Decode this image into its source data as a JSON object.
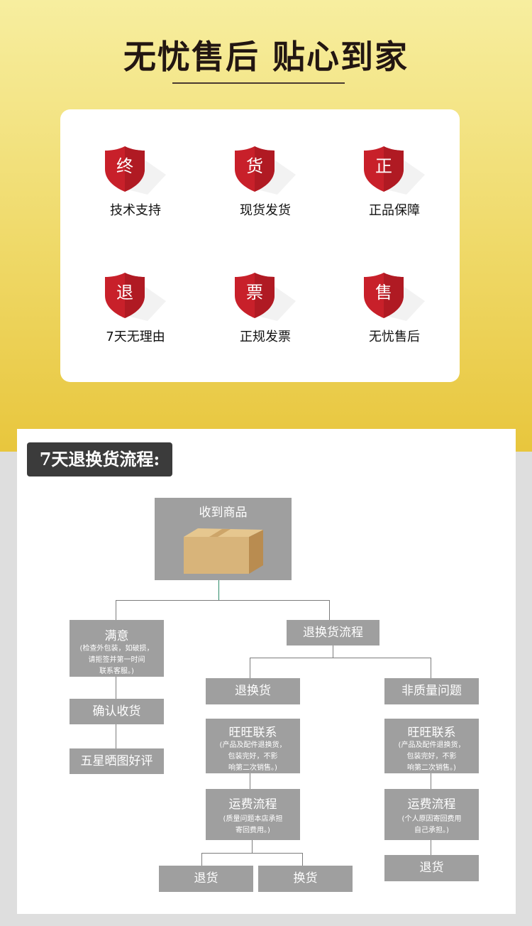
{
  "header": {
    "title": "无忧售后  贴心到家"
  },
  "features": [
    {
      "char": "终",
      "label": "技术支持"
    },
    {
      "char": "货",
      "label": "现货发货"
    },
    {
      "char": "正",
      "label": "正品保障"
    },
    {
      "char": "退",
      "label": "7天无理由"
    },
    {
      "char": "票",
      "label": "正规发票"
    },
    {
      "char": "售",
      "label": "无忧售后"
    }
  ],
  "flow": {
    "title": "7天退换货流程:",
    "receive": "收到商品",
    "satisfied": {
      "title": "满意",
      "note_line1": "(检查外包装，如破损，",
      "note_line2": "请拒签并第一时间",
      "note_line3": "联系客服。)"
    },
    "confirm": "确认收货",
    "review": "五星晒图好评",
    "exchange_process": "退换货流程",
    "return_exchange": "退换货",
    "non_quality": "非质量问题",
    "wangwang_left": {
      "title": "旺旺联系",
      "note_line1": "(产品及配件退换货，",
      "note_line2": "包装完好，不影",
      "note_line3": "响第二次销售。)"
    },
    "wangwang_right": {
      "title": "旺旺联系",
      "note_line1": "(产品及配件退换货，",
      "note_line2": "包装完好，不影",
      "note_line3": "响第二次销售。)"
    },
    "shipping_left": {
      "title": "运费流程",
      "note_line1": "(质量问题本店承担",
      "note_line2": "寄回费用。)"
    },
    "shipping_right": {
      "title": "运费流程",
      "note_line1": "(个人原因寄回费用",
      "note_line2": "自己承担。)"
    },
    "return_goods": "退货",
    "exchange_goods": "换货",
    "return_goods_right": "退货"
  },
  "colors": {
    "shield_red": "#c8202a",
    "flow_box": "#9f9f9f",
    "tag_bg": "#3b3b3b"
  }
}
